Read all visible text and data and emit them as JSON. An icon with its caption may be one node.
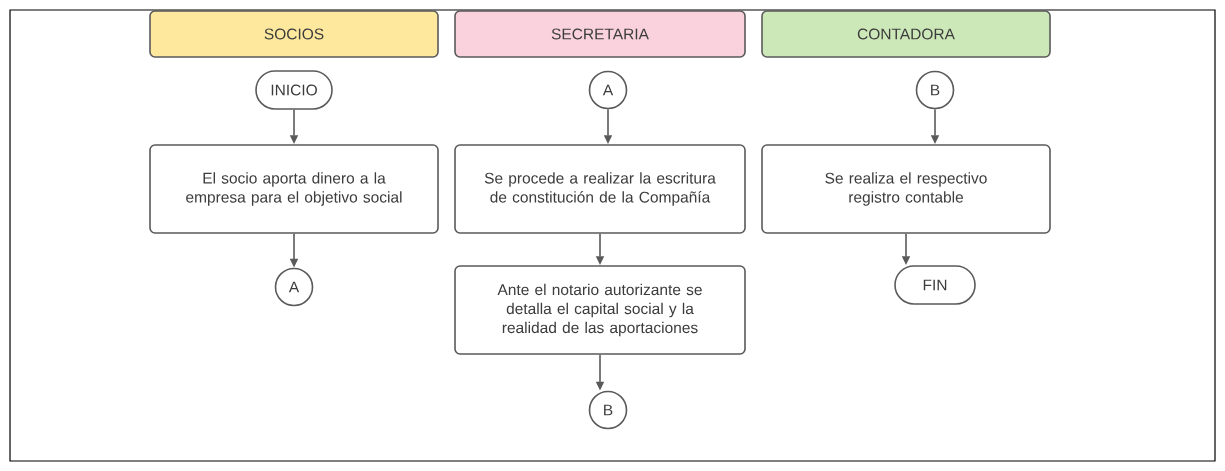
{
  "diagram": {
    "nodes": [
      {
        "text": [
          "SOCIOS"
        ]
      },
      {
        "text": [
          "SECRETARIA"
        ]
      },
      {
        "text": [
          "CONTADORA"
        ]
      },
      {
        "text": [
          "INICIO"
        ]
      },
      {
        "text": [
          "El socio aporta dinero a la empresa para el objetivo social"
        ]
      },
      {
        "text": [
          "A"
        ]
      },
      {
        "text": [
          "A"
        ]
      },
      {
        "text": [
          "Se procede a realizar la escritura de constitución de la Compañía"
        ]
      },
      {
        "text": [
          "Ante el notario autorizante se detalla el capital social y la realidad de las aportaciones"
        ]
      },
      {
        "text": [
          "B"
        ]
      },
      {
        "text": [
          "B"
        ]
      },
      {
        "text": [
          "Se realiza el respectivo registro contable"
        ]
      },
      {
        "text": [
          "FIN"
        ]
      }
    ],
    "edges": [
      {
        "from": 3,
        "to": 4,
        "arrow": "to"
      },
      {
        "from": 4,
        "to": 5,
        "arrow": "to"
      },
      {
        "from": 6,
        "to": 7,
        "arrow": "to"
      },
      {
        "from": 7,
        "to": 8,
        "arrow": "to"
      },
      {
        "from": 8,
        "to": 9,
        "arrow": "to"
      },
      {
        "from": 10,
        "to": 11,
        "arrow": "to"
      },
      {
        "from": 11,
        "to": 12,
        "arrow": "to"
      }
    ]
  }
}
